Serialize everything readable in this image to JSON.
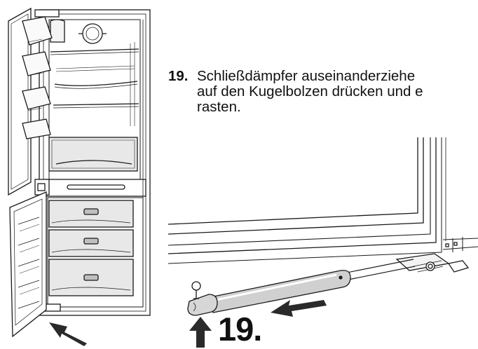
{
  "instruction": {
    "step_number": "19.",
    "line1": "Schließdämpfer  auseinanderziehe",
    "line2": "auf den Kugelbolzen drücken und e",
    "line3": "rasten."
  },
  "figure": {
    "step_label": "19."
  },
  "colors": {
    "line": "#1a1a1a",
    "drawer_fill": "#e8e8e8",
    "damper_fill": "#d0d0d0",
    "arrow": "#2a2a2a"
  }
}
